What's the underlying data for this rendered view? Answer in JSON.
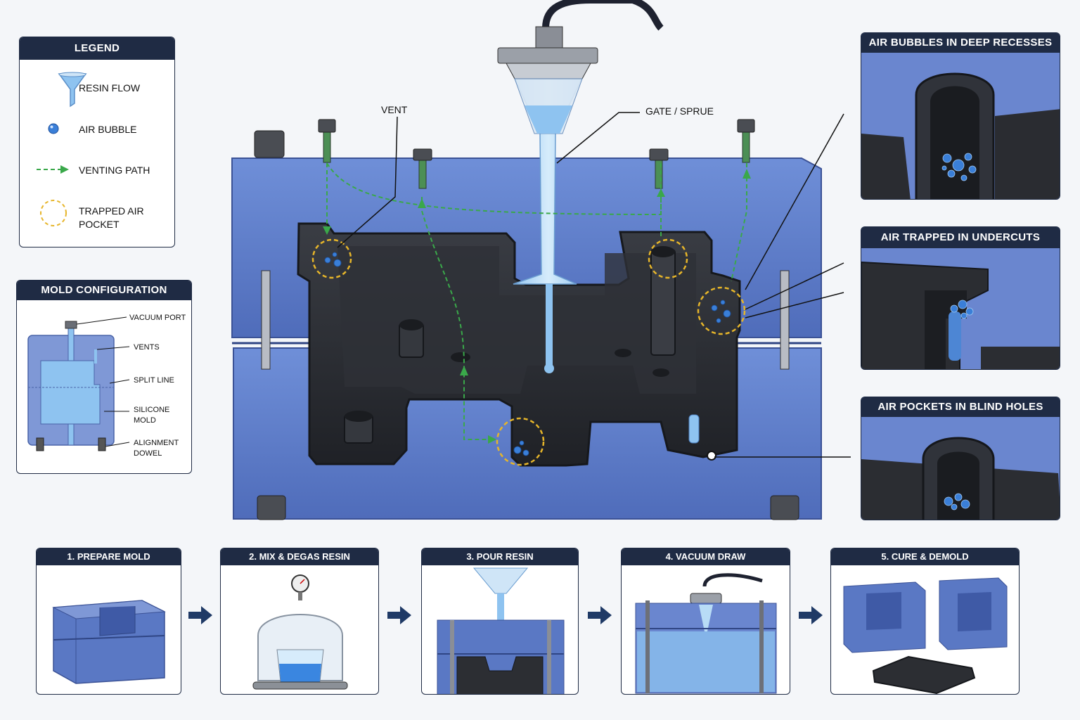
{
  "legend": {
    "title": "LEGEND",
    "items": [
      {
        "label": "RESIN FLOW",
        "icon": "funnel-icon"
      },
      {
        "label": "AIR BUBBLE",
        "icon": "bubble-icon"
      },
      {
        "label": "VENTING PATH",
        "icon": "dashed-arrow-icon"
      },
      {
        "label": "TRAPPED AIR",
        "label2": "POCKET",
        "icon": "dashed-circle-icon"
      }
    ]
  },
  "config": {
    "title": "MOLD CONFIGURATION",
    "labels": {
      "vacuum_port": "VACUUM PORT",
      "vents": "VENTS",
      "split_line": "SPLIT LINE",
      "silicone_1": "SILICONE",
      "silicone_2": "MOLD",
      "dowel_1": "ALIGNMENT",
      "dowel_2": "DOWEL"
    }
  },
  "main": {
    "vent_label": "VENT",
    "gate_label": "GATE / SPRUE"
  },
  "insets": [
    {
      "title": "AIR BUBBLES IN DEEP RECESSES"
    },
    {
      "title": "AIR TRAPPED IN UNDERCUTS"
    },
    {
      "title": "AIR POCKETS IN BLIND HOLES"
    }
  ],
  "steps": [
    {
      "title": "1. PREPARE MOLD"
    },
    {
      "title": "2. MIX & DEGAS RESIN"
    },
    {
      "title": "3. POUR RESIN"
    },
    {
      "title": "4. VACUUM DRAW"
    },
    {
      "title": "5. CURE & DEMOLD"
    }
  ],
  "colors": {
    "navy": "#1f2b44",
    "silicone_blue": "#5a78c4",
    "resin_blue": "#8ec3f0",
    "part_black": "#2c2e33",
    "vent_green": "#3aa84a",
    "trap_yellow": "#e6b52a"
  }
}
